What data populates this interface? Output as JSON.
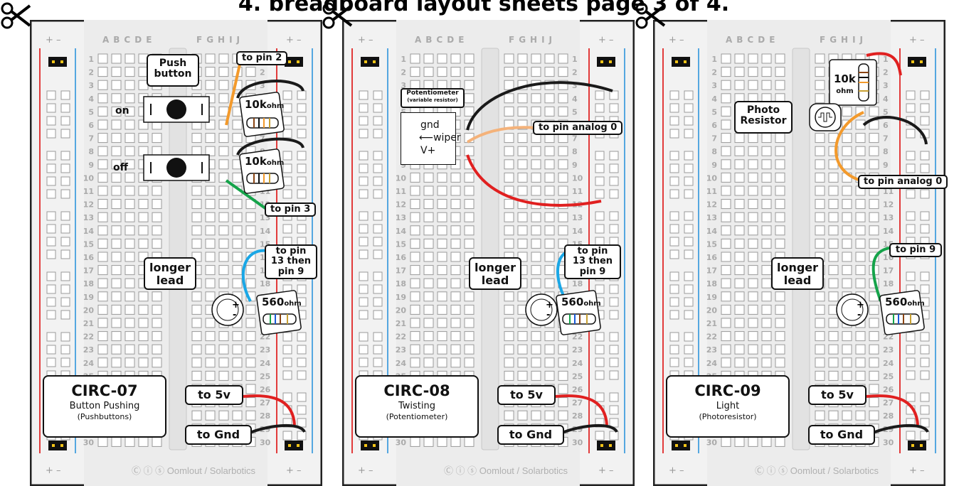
{
  "page_title": "4. breadboard layout sheets page 3 of 4.",
  "credit": "Oomlout / Solarbotics",
  "row_numbers": [
    "1",
    "2",
    "3",
    "4",
    "5",
    "6",
    "7",
    "8",
    "9",
    "10",
    "11",
    "12",
    "13",
    "14",
    "15",
    "16",
    "17",
    "18",
    "19",
    "20",
    "21",
    "22",
    "23",
    "24",
    "25",
    "26",
    "27",
    "28",
    "29",
    "30"
  ],
  "left_columns": "A B C D E",
  "right_columns": "F G H I J",
  "rail_plus": "+",
  "rail_minus": "–",
  "panels": [
    {
      "circ": {
        "code": "CIRC-07",
        "name": "Button Pushing",
        "sub": "(Pushbuttons)"
      },
      "labels": {
        "push_button": "Push button",
        "on": "on",
        "off": "off",
        "to_pin_2": "to pin 2",
        "to_pin_3": "to pin 3",
        "to_pin_13": "to pin 13 then pin 9",
        "longer_lead": "longer lead",
        "to_5v": "to 5v",
        "to_gnd": "to Gnd",
        "res1": "10k",
        "res2": "10k",
        "res_unit": "ohm",
        "res3": "560",
        "res3_unit": "ohm"
      }
    },
    {
      "circ": {
        "code": "CIRC-08",
        "name": "Twisting",
        "sub": "(Potentiometer)"
      },
      "labels": {
        "potentiometer": "Potentiometer",
        "variable_resistor": "(variable resistor)",
        "gnd": "gnd",
        "wiper": "wiper",
        "vplus": "V+",
        "to_pin_analog_0": "to pin analog 0",
        "to_pin_13": "to pin 13 then pin 9",
        "longer_lead": "longer lead",
        "to_5v": "to 5v",
        "to_gnd": "to Gnd",
        "res3": "560",
        "res3_unit": "ohm"
      }
    },
    {
      "circ": {
        "code": "CIRC-09",
        "name": "Light",
        "sub": "(Photoresistor)"
      },
      "labels": {
        "photo_resistor": "Photo Resistor",
        "res1": "10k",
        "res1_unit": "ohm",
        "to_pin_analog_0": "to pin analog 0",
        "to_pin_9": "to pin 9",
        "longer_lead": "longer lead",
        "to_5v": "to 5v",
        "to_gnd": "to Gnd",
        "res3": "560",
        "res3_unit": "ohm"
      }
    }
  ],
  "colors": {
    "board": "#f2f2f2",
    "board_border": "#222222",
    "hole": "#ffffff",
    "hole_border": "#9a9a9a",
    "rail_red": "#e23b3b",
    "rail_blue": "#55a7e0",
    "wire_orange": "#f39a2c",
    "wire_black": "#1a1a1a",
    "wire_green": "#15a34a",
    "wire_blue": "#1aa7e6",
    "wire_red": "#e02020",
    "wire_tan": "#f4b27a",
    "header_black": "#111111",
    "header_gold": "#f5c518"
  }
}
